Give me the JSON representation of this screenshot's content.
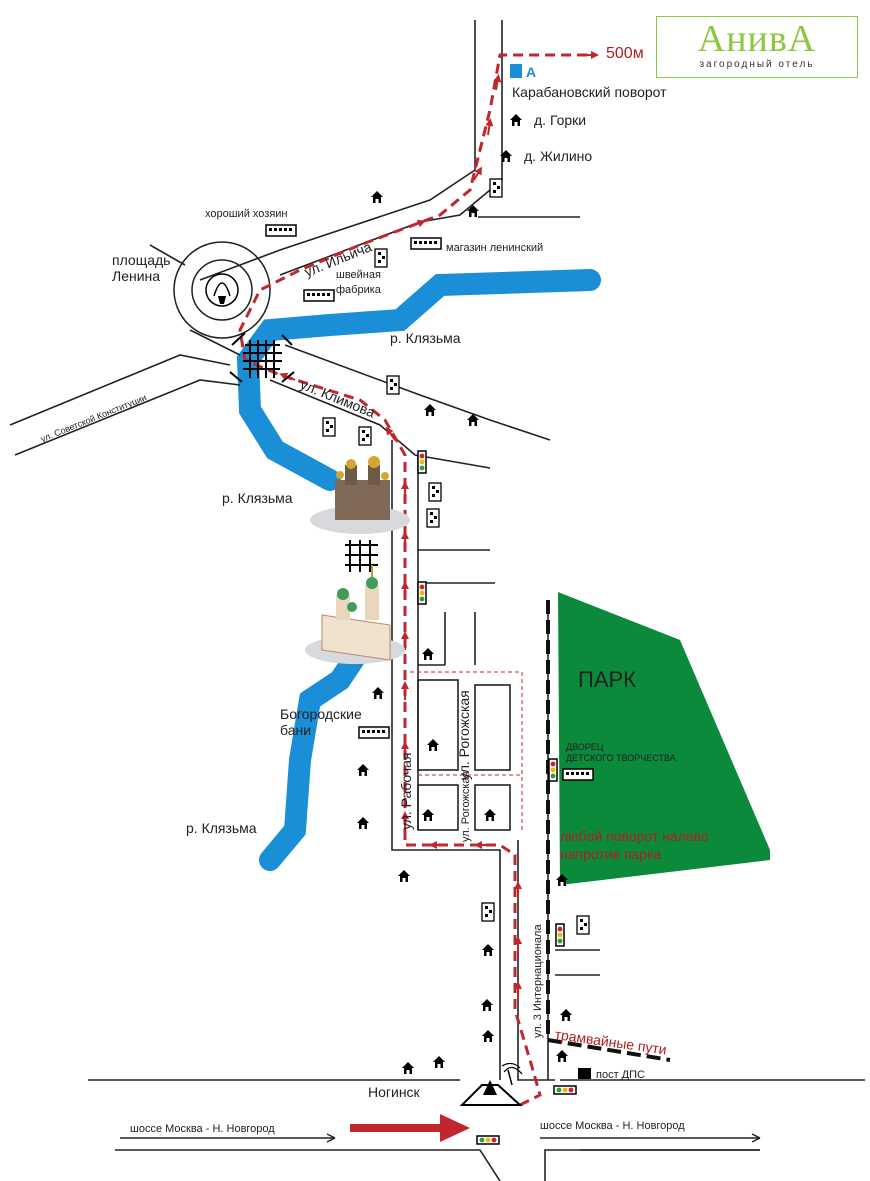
{
  "logo": {
    "name": "АнивА",
    "subtitle": "загородный отель"
  },
  "labels": {
    "distance": "500м",
    "karabanovo_turn": "Карабановский поворот",
    "gorki": "д. Горки",
    "zhilino": "д. Жилино",
    "good_owner": "хороший хозяин",
    "lenin_square": "площадь\nЛенина",
    "ilyicha_st": "ул. Ильича",
    "lenin_shop": "магазин ленинский",
    "sewing_factory": "швейная\nфабрика",
    "klyazma_1": "р. Клязьма",
    "sovetskoy_konst_st": "ул. Советской Конституции",
    "klimova_st": "ул. Климова",
    "klyazma_2": "р. Клязьма",
    "bogorodsk_baths": "Богородские\nбани",
    "klyazma_3": "р. Клязьма",
    "rabochaya_st": "ул. Рабочая",
    "rogozhskaya_st_1": "ул. Рогожская",
    "rogozhskaya_st_2": "ул. Рогожская",
    "park": "ПАРК",
    "palace": "ДВОРЕЦ\nДЕТСКОГО ТВОРЧЕСТВА",
    "any_turn_left": "любой поворот налево\nнапротив парка",
    "internacionala_st": "ул. 3 Интернационала",
    "tram_tracks": "трамвайные пути",
    "dps_post": "пост ДПС",
    "noginsk": "Ногинск",
    "highway_left": "шоссе Москва - Н. Новгород",
    "highway_right": "шоссе Москва - Н. Новгород",
    "point_a": "A"
  },
  "colors": {
    "river": "#1a8fd8",
    "park": "#0b8a3b",
    "route": "#c0272d",
    "logo_accent": "#8dc63f"
  },
  "icons": {
    "house": "house-icon",
    "shop": "shop-icon",
    "traffic_light": "traffic-light-icon",
    "phone": "phone-icon",
    "fountain": "fountain-icon",
    "church": "church-icon",
    "bridge": "bridge-icon",
    "monument": "monument-icon",
    "destination": "destination-marker-icon"
  }
}
